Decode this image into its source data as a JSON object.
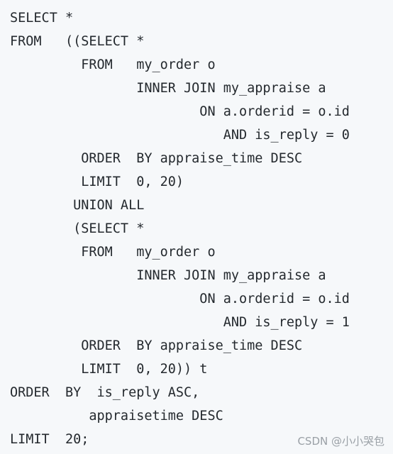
{
  "code": {
    "lines": [
      "SELECT *",
      "FROM   ((SELECT *",
      "         FROM   my_order o",
      "                INNER JOIN my_appraise a",
      "                        ON a.orderid = o.id",
      "                           AND is_reply = 0",
      "         ORDER  BY appraise_time DESC",
      "         LIMIT  0, 20)",
      "        UNION ALL",
      "        (SELECT *",
      "         FROM   my_order o",
      "                INNER JOIN my_appraise a",
      "                        ON a.orderid = o.id",
      "                           AND is_reply = 1",
      "         ORDER  BY appraise_time DESC",
      "         LIMIT  0, 20)) t",
      "ORDER  BY  is_reply ASC,",
      "          appraisetime DESC",
      "LIMIT  20;"
    ]
  },
  "watermark": {
    "text": "CSDN @小小哭包"
  }
}
